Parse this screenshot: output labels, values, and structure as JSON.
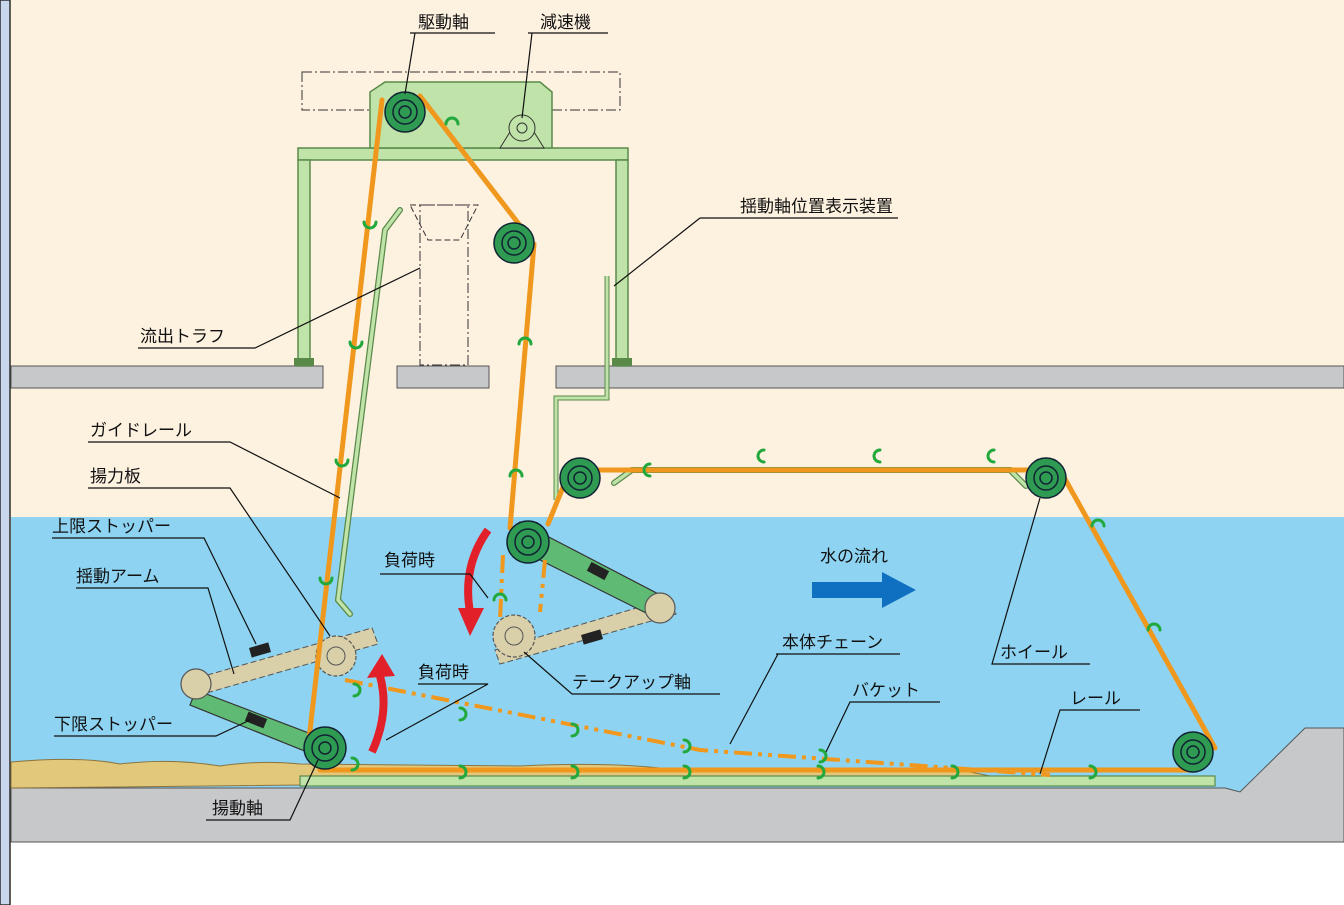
{
  "labels": {
    "drive_shaft": "駆動軸",
    "reducer": "減速機",
    "swing_shaft_indicator": "揺動軸位置表示装置",
    "outflow_trough": "流出トラフ",
    "guide_rail": "ガイドレール",
    "lift_plate": "揚力板",
    "upper_stopper": "上限ストッパー",
    "swing_arm": "揺動アーム",
    "lower_stopper": "下限ストッパー",
    "lift_shaft": "揚動軸",
    "under_load_1": "負荷時",
    "under_load_2": "負荷時",
    "water_flow": "水の流れ",
    "main_chain": "本体チェーン",
    "take_up_shaft": "テークアップ軸",
    "bucket": "バケット",
    "wheel": "ホイール",
    "rail": "レール"
  },
  "colors": {
    "background": "#fdf1e0",
    "water": "#8ed4f2",
    "ground": "#c7c8ca",
    "sediment": "#e2c87a",
    "chain": "#f0981e",
    "frame": "#bfe3a8",
    "sprocket": "#2e9a52",
    "bucket": "#22a83c",
    "load_arrow": "#e2202a",
    "flow_arrow": "#0f6fc1",
    "swing_arm": "#d9d0a9"
  },
  "icons": {
    "flow_arrow": "arrow-right-icon",
    "load_arrow": "curved-arrow-icon"
  }
}
